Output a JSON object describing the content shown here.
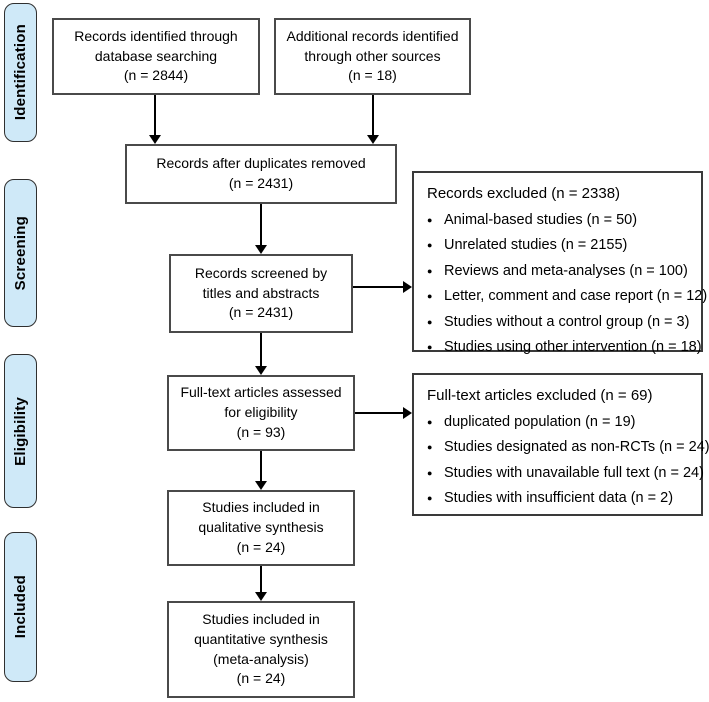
{
  "stages": [
    {
      "label": "Identification"
    },
    {
      "label": "Screening"
    },
    {
      "label": "Eligibility"
    },
    {
      "label": "Included"
    }
  ],
  "flow_boxes": {
    "database_search": {
      "lines": [
        "Records identified through",
        "database searching",
        "(n = 2844)"
      ]
    },
    "other_sources": {
      "lines": [
        "Additional records identified",
        "through other sources",
        "(n = 18)"
      ]
    },
    "duplicates_removed": {
      "lines": [
        "Records after duplicates removed",
        "(n = 2431)"
      ]
    },
    "screened": {
      "lines": [
        "Records screened by",
        "titles and abstracts",
        "(n = 2431)"
      ]
    },
    "fulltext_assessed": {
      "lines": [
        "Full-text articles assessed",
        "for eligibility",
        "(n = 93)"
      ]
    },
    "qualitative_synthesis": {
      "lines": [
        "Studies included in",
        "qualitative synthesis",
        "(n = 24)"
      ]
    },
    "quantitative_synthesis": {
      "lines": [
        "Studies included in",
        "quantitative synthesis",
        "(meta-analysis)",
        "(n = 24)"
      ]
    }
  },
  "exclusion_boxes": {
    "records_excluded": {
      "title": "Records excluded (n = 2338)",
      "items": [
        "Animal-based studies (n = 50)",
        "Unrelated studies (n = 2155)",
        "Reviews and meta-analyses (n = 100)",
        "Letter, comment and case report (n = 12)",
        "Studies without a control group (n = 3)",
        "Studies using other intervention (n = 18)"
      ]
    },
    "fulltext_excluded": {
      "title": "Full-text articles excluded (n = 69)",
      "items": [
        "duplicated population (n = 19)",
        "Studies designated as non-RCTs (n = 24)",
        "Studies with unavailable full text (n = 24)",
        "Studies with insufficient data (n = 2)"
      ]
    }
  },
  "colors": {
    "stage_fill": "#cfe9f8",
    "box_border": "#4a4a4a",
    "arrow": "#000000"
  }
}
